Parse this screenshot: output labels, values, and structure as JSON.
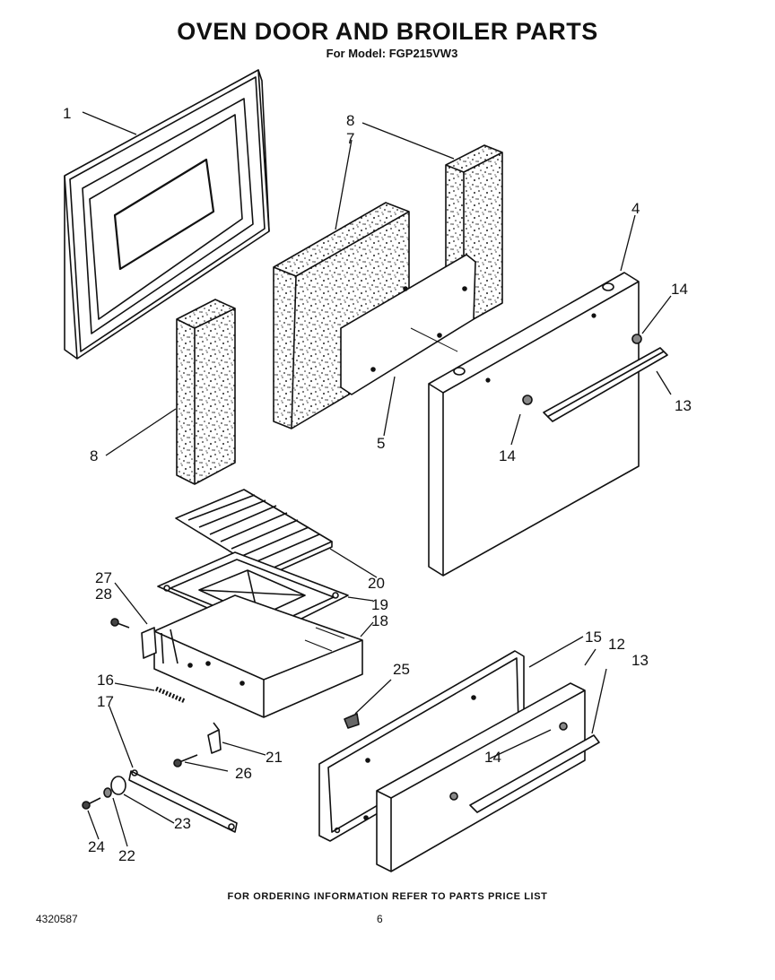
{
  "header": {
    "title": "OVEN DOOR AND BROILER PARTS",
    "subtitle": "For Model: FGP215VW3"
  },
  "callouts": {
    "c1": "1",
    "c8a": "8",
    "c7": "7",
    "c4": "4",
    "c14a": "14",
    "c13a": "13",
    "c14b": "14",
    "c5": "5",
    "c8b": "8",
    "c20": "20",
    "c27": "27",
    "c28": "28",
    "c19": "19",
    "c18": "18",
    "c15": "15",
    "c12": "12",
    "c13b": "13",
    "c25": "25",
    "c16": "16",
    "c17": "17",
    "c21": "21",
    "c14c": "14",
    "c26": "26",
    "c23": "23",
    "c24": "24",
    "c22": "22"
  },
  "footer": {
    "note": "FOR ORDERING INFORMATION REFER TO PARTS PRICE LIST",
    "doc_number": "4320587",
    "page_number": "6"
  }
}
